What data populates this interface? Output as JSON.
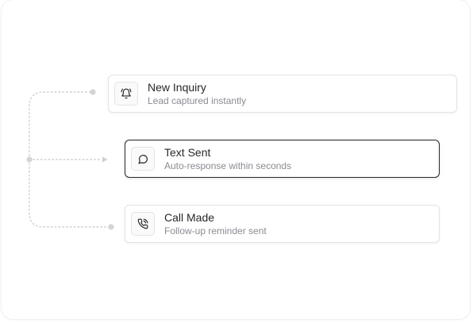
{
  "steps": [
    {
      "title": "New Inquiry",
      "subtitle": "Lead captured instantly",
      "icon": "bell-icon"
    },
    {
      "title": "Text Sent",
      "subtitle": "Auto-response within seconds",
      "icon": "message-circle-icon"
    },
    {
      "title": "Call Made",
      "subtitle": "Follow-up reminder sent",
      "icon": "phone-call-icon"
    }
  ],
  "colors": {
    "connector": "#d4d4d8",
    "active_border": "#27272a",
    "card_border": "#e4e4e7"
  }
}
